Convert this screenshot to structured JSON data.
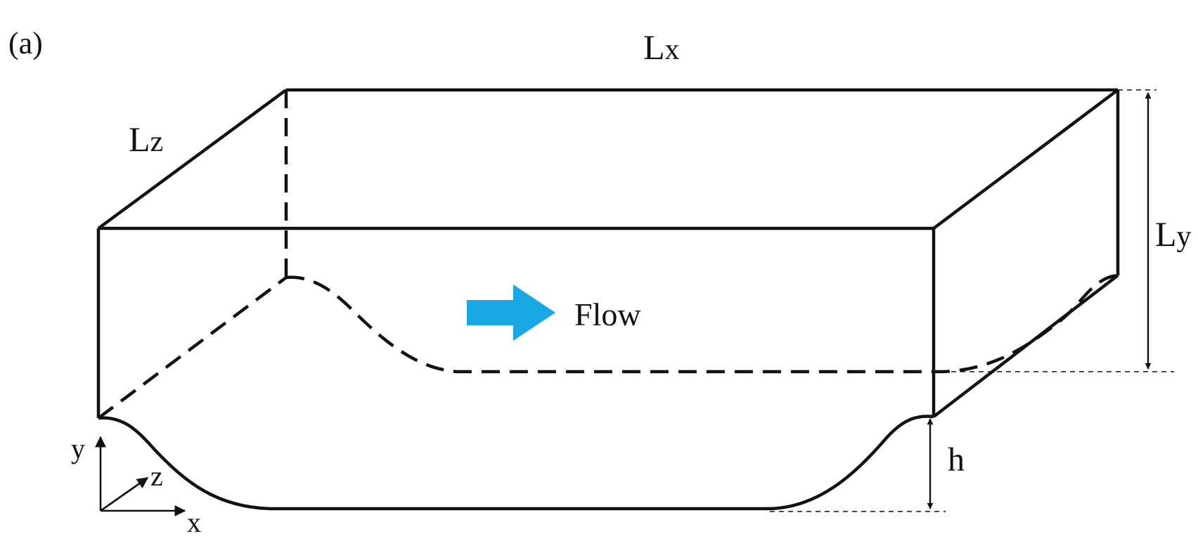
{
  "labels": {
    "panel": "(a)",
    "lx_main": "L",
    "lx_sub": "x",
    "ly_main": "L",
    "ly_sub": "y",
    "lz_main": "L",
    "lz_sub": "z",
    "h": "h",
    "flow": "Flow",
    "axis_x": "x",
    "axis_y": "y",
    "axis_z": "z"
  },
  "colors": {
    "line": "#111111",
    "flow_arrow": "#1aa7e6",
    "background": "#ffffff"
  }
}
